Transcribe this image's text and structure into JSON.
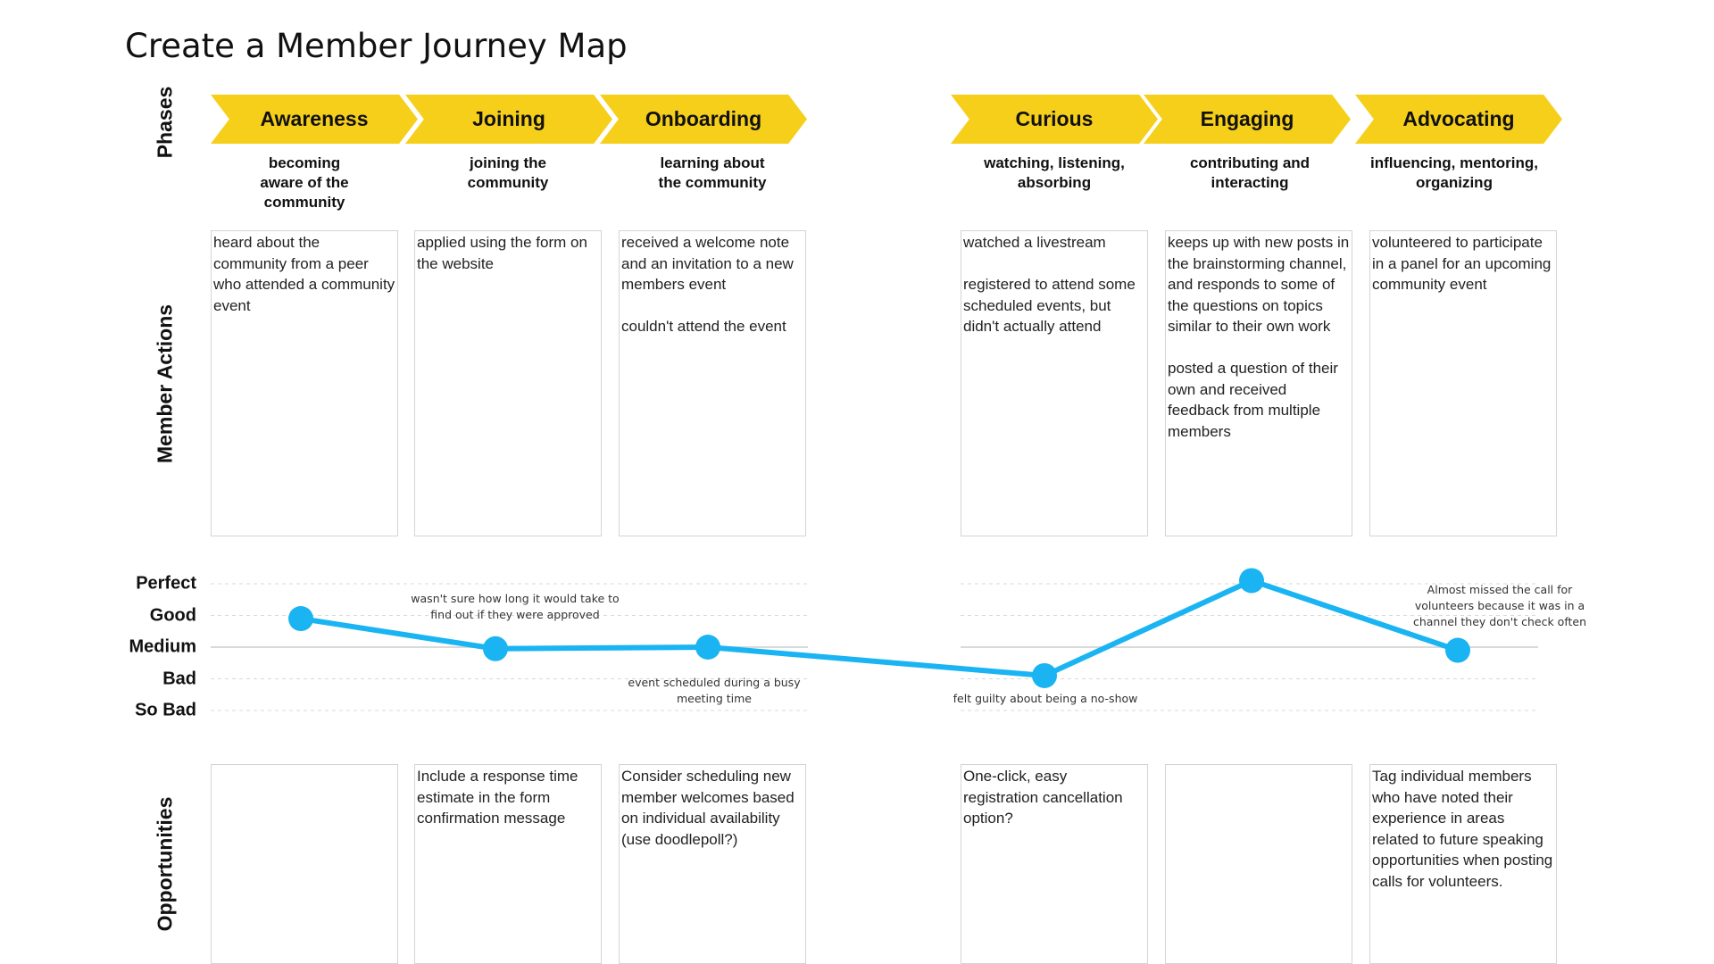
{
  "title": "Create a Member Journey Map",
  "row_labels": {
    "phases": "Phases",
    "actions": "Member Actions",
    "opportunities": "Opportunities"
  },
  "colors": {
    "chevron": "#f6cf1a",
    "line": "#1bb4f2",
    "grid": "#d9d9d9"
  },
  "phases": [
    {
      "name": "Awareness",
      "description": "becoming\naware of the\ncommunity",
      "actions": "heard about the community from a peer who attended a community event",
      "opportunity": ""
    },
    {
      "name": "Joining",
      "description": "joining the\ncommunity",
      "actions": "applied using the form on the website",
      "opportunity": "Include a response time estimate in the form confirmation message"
    },
    {
      "name": "Onboarding",
      "description": "learning about\nthe community",
      "actions": "received a welcome note and an invitation to a new members event\n\ncouldn't attend the event",
      "opportunity": "Consider scheduling new member welcomes based on individual availability (use doodlepoll?)"
    },
    {
      "name": "Curious",
      "description": "watching, listening,\nabsorbing",
      "actions": "watched a livestream\n\nregistered to attend some scheduled events, but didn't actually attend",
      "opportunity": "One-click, easy registration cancellation option?"
    },
    {
      "name": "Engaging",
      "description": "contributing and\ninteracting",
      "actions": "keeps up with new posts in the brainstorming channel, and responds to some of the questions on topics similar to their own work\n\nposted a question of their own and received feedback from multiple members",
      "opportunity": ""
    },
    {
      "name": "Advocating",
      "description": "influencing, mentoring,\norganizing",
      "actions": "volunteered to participate in a panel for an upcoming community event",
      "opportunity": "Tag individual members who have noted their experience in areas related to future speaking opportunities when posting calls for volunteers."
    }
  ],
  "rating_scale": [
    "Perfect",
    "Good",
    "Medium",
    "Bad",
    "So Bad"
  ],
  "chart_data": {
    "type": "line",
    "categories": [
      "Awareness",
      "Joining",
      "Onboarding",
      "Curious",
      "Engaging",
      "Advocating"
    ],
    "y_categories": [
      "So Bad",
      "Bad",
      "Medium",
      "Good",
      "Perfect"
    ],
    "values": [
      3.9,
      2.95,
      3.0,
      2.1,
      5.1,
      2.9
    ],
    "annotations": [
      "wasn't sure how long it would take to find out if they were approved",
      "event scheduled during a busy meeting time",
      "felt guilty about being a no-show",
      "Almost missed the call for volunteers because it was in a channel they don't check often"
    ]
  }
}
